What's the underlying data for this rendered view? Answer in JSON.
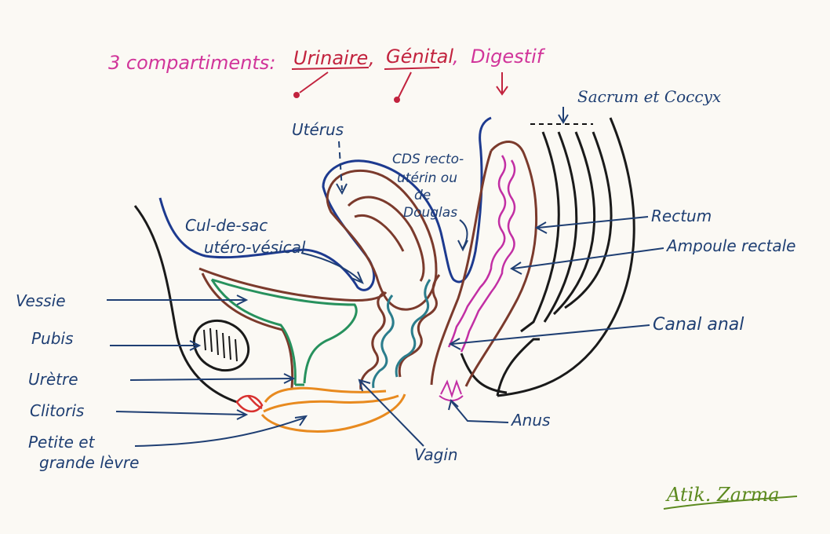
{
  "title": {
    "prefix": "3 compartiments: ",
    "urinaire": "Urinaire",
    "sep1": " , ",
    "genital": "Génital",
    "sep2": " , ",
    "digestif": "Digestif"
  },
  "labels": {
    "sacrum": "Sacrum et Coccyx",
    "uterus": "Utérus",
    "cds_line1": "CDS recto-",
    "cds_line2": "utérin ou",
    "cds_line3": "de",
    "cds_line4": "Douglas",
    "culdesac_line1": "Cul-de-sac",
    "culdesac_line2": "utéro-vésical",
    "rectum": "Rectum",
    "ampoule": "Ampoule rectale",
    "canal": "Canal anal",
    "anus": "Anus",
    "vagin": "Vagin",
    "vessie": "Vessie",
    "pubis": "Pubis",
    "uretre": "Urètre",
    "clitoris": "Clitoris",
    "levre_line1": "Petite et",
    "levre_line2": "grande lèvre"
  },
  "signature": "Atik. Zarma",
  "colors": {
    "paper": "#fbf9f4",
    "title_ink": "#d1359a",
    "urinaire_ink": "#c2233e",
    "label_ink": "#1f3f73",
    "peritoneum": "#1d3a8f",
    "uterus_ink": "#7b3a2c",
    "bladder": "#27915d",
    "vagina_inner": "#2b7d8c",
    "rectum_mucosa": "#c22fa4",
    "vulva": "#e88a1f",
    "clitoris": "#d8312f",
    "bone": "#222222",
    "signature": "#5c8a1f"
  }
}
